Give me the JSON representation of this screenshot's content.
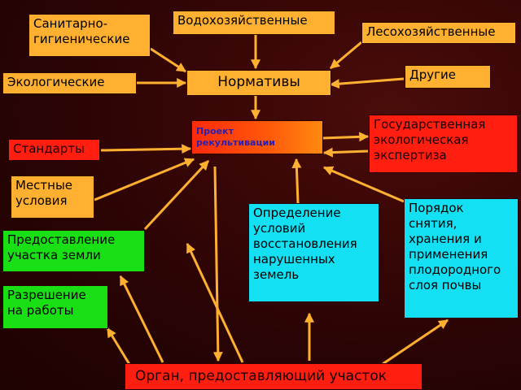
{
  "nodes": {
    "sanitary": "Санитарно-\nгигиенические",
    "water": "Водохозяйственные",
    "forest": "Лесохозяйственные",
    "ecological": "Экологические",
    "norms": "Нормативы",
    "other": "Другие",
    "standards": "Стандарты",
    "project": "Проект\nрекультивации",
    "state_expertise": "Государственная\nэкологическая\nэкспертиза",
    "local": "Местные\nусловия",
    "land_plot": "Предоставление\nучастка земли",
    "permit": "Разрешение\nна работы",
    "restoration": "Определение\nусловий\nвосстановления\nнарушенных\nземель",
    "soil_order": "Порядок\nснятия,\nхранения и\nприменения\nплодородного\nслоя почвы",
    "authority": "Орган, предоставляющий участок"
  },
  "colors": {
    "arrow": "#ffb030",
    "orange_box": "#ffb030",
    "green_box": "#19e014",
    "cyan_box": "#14e0f4",
    "red_box": "#ff1e10",
    "project_text": "#2a20b0"
  }
}
